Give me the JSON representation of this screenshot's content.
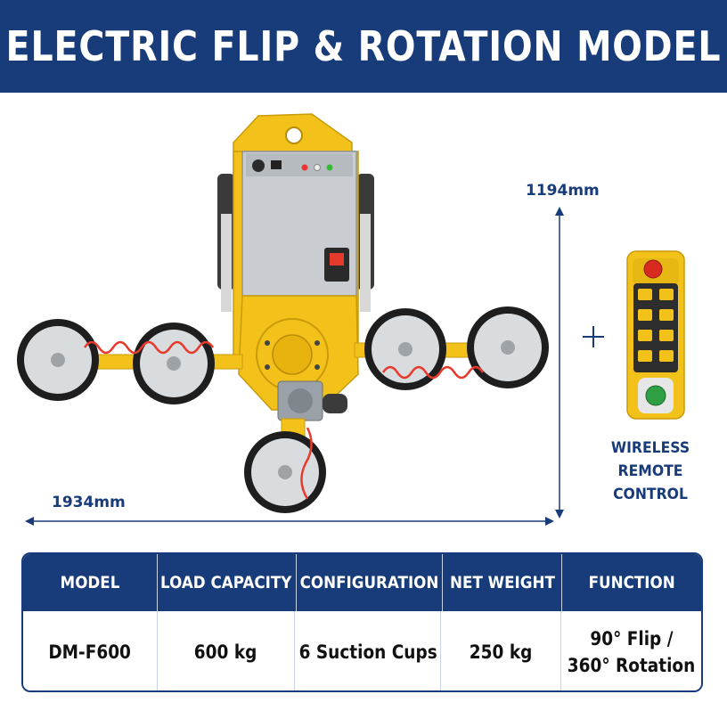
{
  "header": {
    "title": "ELECTRIC FLIP & ROTATION MODEL"
  },
  "dimensions": {
    "height": "1194mm",
    "width": "1934mm"
  },
  "remote": {
    "plus_symbol": "+",
    "caption_line1": "WIRELESS",
    "caption_line2": "REMOTE CONTROL"
  },
  "spec_table": {
    "headers": [
      "MODEL",
      "LOAD CAPACITY",
      "CONFIGURATION",
      "NET WEIGHT",
      "FUNCTION"
    ],
    "values": [
      "DM-F600",
      "600 kg",
      "6 Suction Cups",
      "250 kg",
      "90° Flip /",
      "360° Rotation"
    ]
  },
  "colors": {
    "navy": "#183b7a",
    "machine_yellow": "#f2c21a",
    "steel": "#c9cdd1",
    "hose_red": "#e53a2c"
  },
  "icons": [
    "plus-icon",
    "arrow-vertical-icon",
    "arrow-horizontal-icon"
  ]
}
